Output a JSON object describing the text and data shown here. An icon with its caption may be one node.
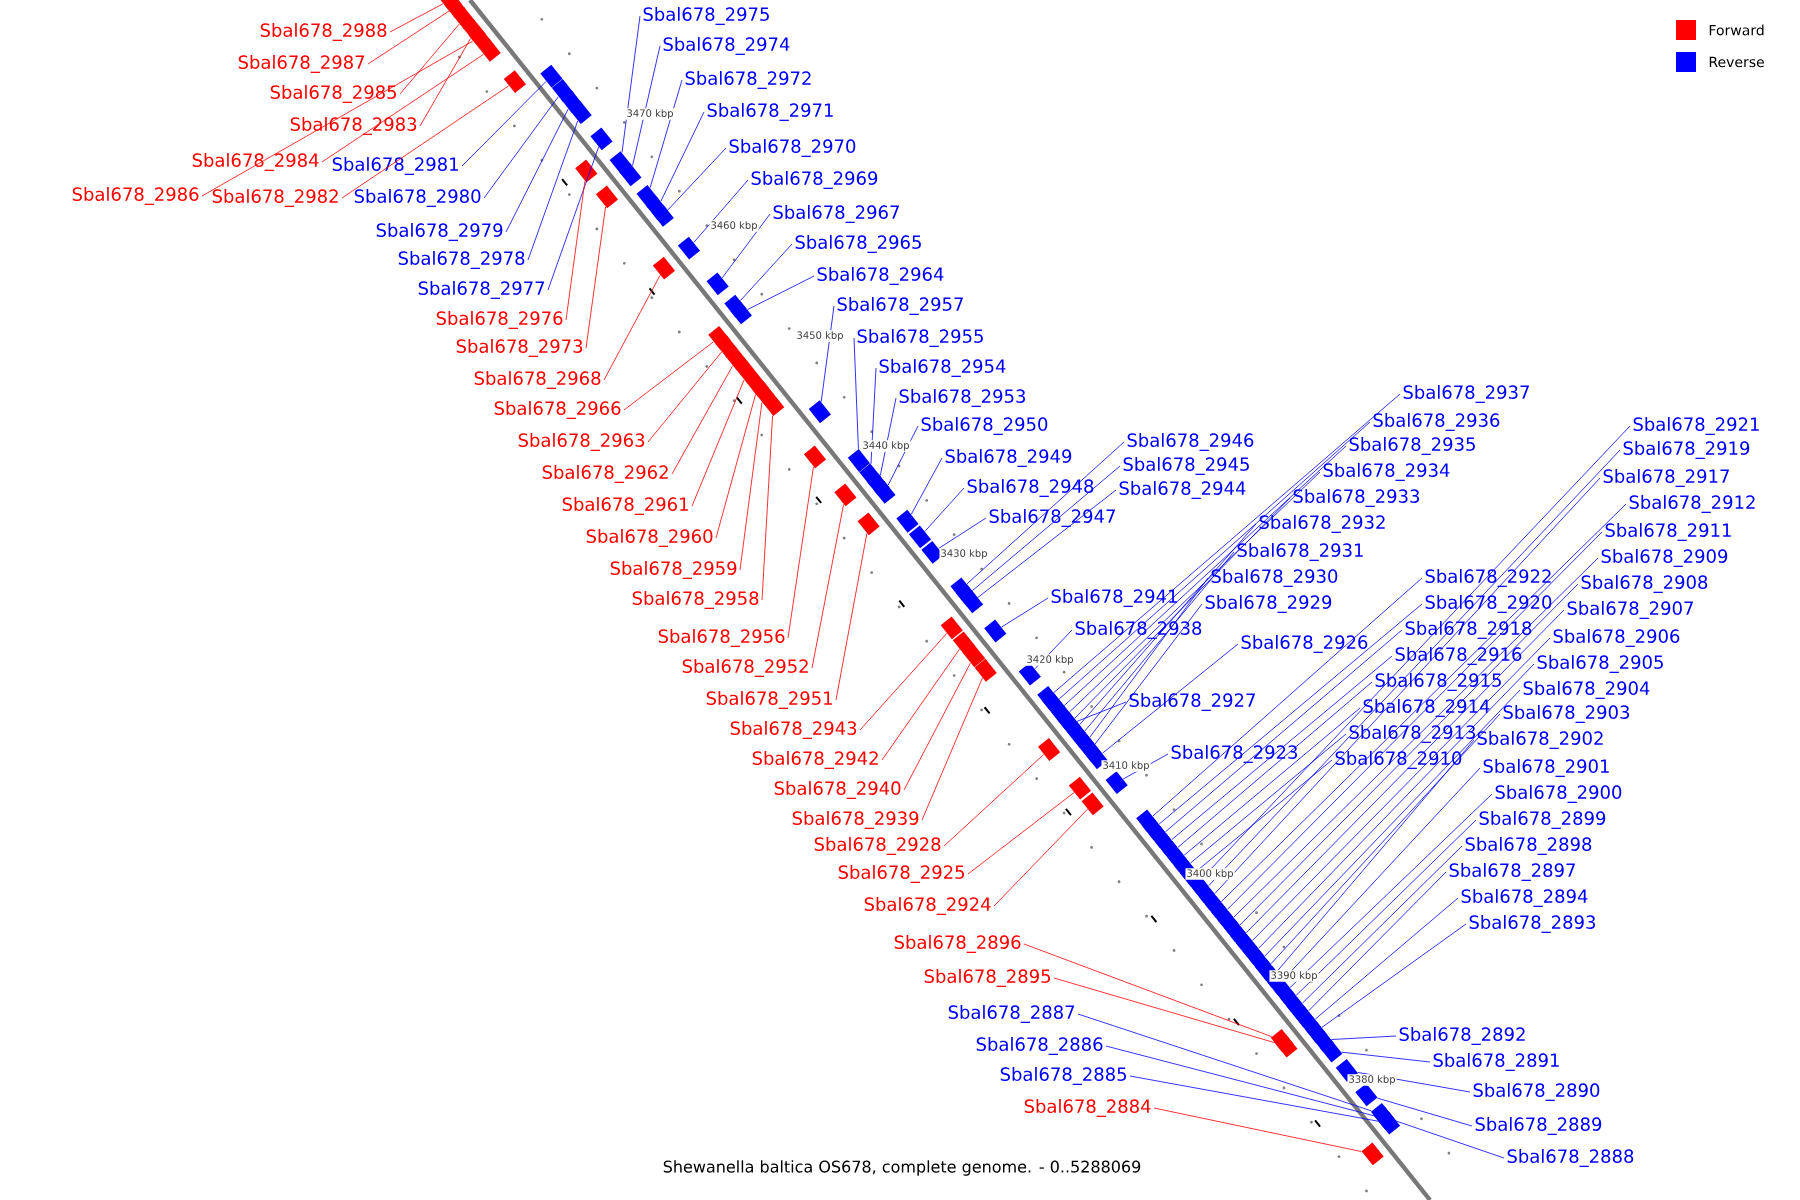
{
  "diagram": {
    "caption": "Shewanella baltica OS678, complete genome. - 0..5288069",
    "nodes": [
      {
        "text": [
          "Sbal678_2988"
        ]
      },
      {
        "text": [
          "Sbal678_2987"
        ]
      },
      {
        "text": [
          "Sbal678_2985"
        ]
      },
      {
        "text": [
          "Sbal678_2983"
        ]
      },
      {
        "text": [
          "Sbal678_2984"
        ]
      },
      {
        "text": [
          "Sbal678_2986"
        ]
      },
      {
        "text": [
          "Sbal678_2982"
        ]
      },
      {
        "text": [
          "Sbal678_2981"
        ]
      },
      {
        "text": [
          "Sbal678_2980"
        ]
      },
      {
        "text": [
          "Sbal678_2979"
        ]
      },
      {
        "text": [
          "Sbal678_2978"
        ]
      },
      {
        "text": [
          "Sbal678_2977"
        ]
      },
      {
        "text": [
          "Sbal678_2976"
        ]
      },
      {
        "text": [
          "Sbal678_2973"
        ]
      },
      {
        "text": [
          "Sbal678_2968"
        ]
      },
      {
        "text": [
          "Sbal678_2966"
        ]
      },
      {
        "text": [
          "Sbal678_2963"
        ]
      },
      {
        "text": [
          "Sbal678_2962"
        ]
      },
      {
        "text": [
          "Sbal678_2961"
        ]
      },
      {
        "text": [
          "Sbal678_2960"
        ]
      },
      {
        "text": [
          "Sbal678_2959"
        ]
      },
      {
        "text": [
          "Sbal678_2958"
        ]
      },
      {
        "text": [
          "Sbal678_2956"
        ]
      },
      {
        "text": [
          "Sbal678_2952"
        ]
      },
      {
        "text": [
          "Sbal678_2951"
        ]
      },
      {
        "text": [
          "Sbal678_2943"
        ]
      },
      {
        "text": [
          "Sbal678_2942"
        ]
      },
      {
        "text": [
          "Sbal678_2940"
        ]
      },
      {
        "text": [
          "Sbal678_2939"
        ]
      },
      {
        "text": [
          "Sbal678_2928"
        ]
      },
      {
        "text": [
          "Sbal678_2925"
        ]
      },
      {
        "text": [
          "Sbal678_2924"
        ]
      },
      {
        "text": [
          "Sbal678_2896"
        ]
      },
      {
        "text": [
          "Sbal678_2895"
        ]
      },
      {
        "text": [
          "Sbal678_2887"
        ]
      },
      {
        "text": [
          "Sbal678_2886"
        ]
      },
      {
        "text": [
          "Sbal678_2885"
        ]
      },
      {
        "text": [
          "Sbal678_2884"
        ]
      },
      {
        "text": [
          "Sbal678_2975"
        ]
      },
      {
        "text": [
          "Sbal678_2974"
        ]
      },
      {
        "text": [
          "Sbal678_2972"
        ]
      },
      {
        "text": [
          "Sbal678_2971"
        ]
      },
      {
        "text": [
          "Sbal678_2970"
        ]
      },
      {
        "text": [
          "Sbal678_2969"
        ]
      },
      {
        "text": [
          "Sbal678_2967"
        ]
      },
      {
        "text": [
          "Sbal678_2965"
        ]
      },
      {
        "text": [
          "Sbal678_2964"
        ]
      },
      {
        "text": [
          "Sbal678_2957"
        ]
      },
      {
        "text": [
          "Sbal678_2955"
        ]
      },
      {
        "text": [
          "Sbal678_2954"
        ]
      },
      {
        "text": [
          "Sbal678_2953"
        ]
      },
      {
        "text": [
          "Sbal678_2950"
        ]
      },
      {
        "text": [
          "Sbal678_2949"
        ]
      },
      {
        "text": [
          "Sbal678_2948"
        ]
      },
      {
        "text": [
          "Sbal678_2947"
        ]
      },
      {
        "text": [
          "Sbal678_2946"
        ]
      },
      {
        "text": [
          "Sbal678_2945"
        ]
      },
      {
        "text": [
          "Sbal678_2944"
        ]
      },
      {
        "text": [
          "Sbal678_2941"
        ]
      },
      {
        "text": [
          "Sbal678_2938"
        ]
      },
      {
        "text": [
          "Sbal678_2927"
        ]
      },
      {
        "text": [
          "Sbal678_2923"
        ]
      },
      {
        "text": [
          "Sbal678_2937"
        ]
      },
      {
        "text": [
          "Sbal678_2936"
        ]
      },
      {
        "text": [
          "Sbal678_2935"
        ]
      },
      {
        "text": [
          "Sbal678_2934"
        ]
      },
      {
        "text": [
          "Sbal678_2933"
        ]
      },
      {
        "text": [
          "Sbal678_2932"
        ]
      },
      {
        "text": [
          "Sbal678_2931"
        ]
      },
      {
        "text": [
          "Sbal678_2930"
        ]
      },
      {
        "text": [
          "Sbal678_2929"
        ]
      },
      {
        "text": [
          "Sbal678_2926"
        ]
      },
      {
        "text": [
          "Sbal678_2922"
        ]
      },
      {
        "text": [
          "Sbal678_2920"
        ]
      },
      {
        "text": [
          "Sbal678_2918"
        ]
      },
      {
        "text": [
          "Sbal678_2916"
        ]
      },
      {
        "text": [
          "Sbal678_2915"
        ]
      },
      {
        "text": [
          "Sbal678_2914"
        ]
      },
      {
        "text": [
          "Sbal678_2913"
        ]
      },
      {
        "text": [
          "Sbal678_2910"
        ]
      },
      {
        "text": [
          "Sbal678_2921"
        ]
      },
      {
        "text": [
          "Sbal678_2919"
        ]
      },
      {
        "text": [
          "Sbal678_2917"
        ]
      },
      {
        "text": [
          "Sbal678_2912"
        ]
      },
      {
        "text": [
          "Sbal678_2911"
        ]
      },
      {
        "text": [
          "Sbal678_2909"
        ]
      },
      {
        "text": [
          "Sbal678_2908"
        ]
      },
      {
        "text": [
          "Sbal678_2907"
        ]
      },
      {
        "text": [
          "Sbal678_2906"
        ]
      },
      {
        "text": [
          "Sbal678_2905"
        ]
      },
      {
        "text": [
          "Sbal678_2904"
        ]
      },
      {
        "text": [
          "Sbal678_2903"
        ]
      },
      {
        "text": [
          "Sbal678_2902"
        ]
      },
      {
        "text": [
          "Sbal678_2901"
        ]
      },
      {
        "text": [
          "Sbal678_2900"
        ]
      },
      {
        "text": [
          "Sbal678_2899"
        ]
      },
      {
        "text": [
          "Sbal678_2898"
        ]
      },
      {
        "text": [
          "Sbal678_2897"
        ]
      },
      {
        "text": [
          "Sbal678_2894"
        ]
      },
      {
        "text": [
          "Sbal678_2893"
        ]
      },
      {
        "text": [
          "Sbal678_2892"
        ]
      },
      {
        "text": [
          "Sbal678_2891"
        ]
      },
      {
        "text": [
          "Sbal678_2890"
        ]
      },
      {
        "text": [
          "Sbal678_2889"
        ]
      },
      {
        "text": [
          "Sbal678_2888"
        ]
      },
      {
        "text": [],
        "shape": "box"
      },
      {
        "text": [],
        "shape": "box"
      },
      {
        "text": [],
        "shape": "box"
      },
      {
        "text": [],
        "shape": "box"
      },
      {
        "text": [],
        "shape": "box"
      },
      {
        "text": [],
        "shape": "box"
      },
      {
        "text": [],
        "shape": "box"
      },
      {
        "text": [],
        "shape": "box"
      },
      {
        "text": [],
        "shape": "box"
      },
      {
        "text": [],
        "shape": "box"
      },
      {
        "text": [],
        "shape": "box"
      },
      {
        "text": [],
        "shape": "box"
      },
      {
        "text": [],
        "shape": "box"
      },
      {
        "text": [],
        "shape": "box"
      },
      {
        "text": [],
        "shape": "box"
      },
      {
        "text": [],
        "shape": "box"
      },
      {
        "text": [],
        "shape": "box"
      },
      {
        "text": [],
        "shape": "box"
      },
      {
        "text": [],
        "shape": "box"
      },
      {
        "text": [],
        "shape": "box"
      },
      {
        "text": [],
        "shape": "box"
      },
      {
        "text": [],
        "shape": "box"
      },
      {
        "text": [],
        "shape": "box"
      },
      {
        "text": [],
        "shape": "box"
      },
      {
        "text": [],
        "shape": "box"
      },
      {
        "text": [],
        "shape": "box"
      },
      {
        "text": [],
        "shape": "box"
      },
      {
        "text": [],
        "shape": "box"
      },
      {
        "text": [],
        "shape": "box"
      },
      {
        "text": [],
        "shape": "box"
      },
      {
        "text": [],
        "shape": "box"
      },
      {
        "text": [],
        "shape": "box"
      },
      {
        "text": [],
        "shape": "box"
      },
      {
        "text": [],
        "shape": "box"
      },
      {
        "text": [],
        "shape": "box"
      },
      {
        "text": [],
        "shape": "box"
      },
      {
        "text": [],
        "shape": "box"
      },
      {
        "text": [],
        "shape": "box"
      },
      {
        "text": [],
        "shape": "box"
      },
      {
        "text": [],
        "shape": "box"
      },
      {
        "text": [],
        "shape": "box"
      },
      {
        "text": [],
        "shape": "box"
      },
      {
        "text": [],
        "shape": "box"
      },
      {
        "text": [],
        "shape": "box"
      },
      {
        "text": [],
        "shape": "box"
      },
      {
        "text": [],
        "shape": "box"
      },
      {
        "text": [],
        "shape": "box"
      },
      {
        "text": [],
        "shape": "box"
      },
      {
        "text": [],
        "shape": "box"
      },
      {
        "text": [],
        "shape": "box"
      },
      {
        "text": [],
        "shape": "box"
      },
      {
        "text": [],
        "shape": "box"
      },
      {
        "text": [],
        "shape": "box"
      },
      {
        "text": [],
        "shape": "box"
      },
      {
        "text": [],
        "shape": "box"
      },
      {
        "text": [],
        "shape": "box"
      },
      {
        "text": [],
        "shape": "box"
      },
      {
        "text": [],
        "shape": "box"
      },
      {
        "text": [],
        "shape": "box"
      },
      {
        "text": [],
        "shape": "box"
      },
      {
        "text": [],
        "shape": "box"
      },
      {
        "text": [],
        "shape": "box"
      },
      {
        "text": [],
        "shape": "box"
      },
      {
        "text": [],
        "shape": "box"
      },
      {
        "text": [],
        "shape": "box"
      },
      {
        "text": [],
        "shape": "box"
      },
      {
        "text": [],
        "shape": "box"
      },
      {
        "text": [],
        "shape": "box"
      },
      {
        "text": [],
        "shape": "box"
      },
      {
        "text": [],
        "shape": "box"
      },
      {
        "text": [],
        "shape": "box"
      },
      {
        "text": [],
        "shape": "box"
      },
      {
        "text": [],
        "shape": "box"
      },
      {
        "text": [],
        "shape": "box"
      },
      {
        "text": [],
        "shape": "box"
      },
      {
        "text": [],
        "shape": "box"
      },
      {
        "text": [],
        "shape": "box"
      },
      {
        "text": [],
        "shape": "box"
      },
      {
        "text": [],
        "shape": "box"
      },
      {
        "text": [],
        "shape": "box"
      },
      {
        "text": [],
        "shape": "box"
      },
      {
        "text": [],
        "shape": "box"
      },
      {
        "text": [],
        "shape": "box"
      },
      {
        "text": [],
        "shape": "box"
      },
      {
        "text": [],
        "shape": "box"
      },
      {
        "text": [],
        "shape": "box"
      },
      {
        "text": [],
        "shape": "box"
      },
      {
        "text": [],
        "shape": "box"
      },
      {
        "text": [],
        "shape": "box"
      },
      {
        "text": [],
        "shape": "box"
      },
      {
        "text": [],
        "shape": "box"
      },
      {
        "text": [],
        "shape": "box"
      },
      {
        "text": [],
        "shape": "box"
      },
      {
        "text": [],
        "shape": "box"
      },
      {
        "text": [],
        "shape": "box"
      },
      {
        "text": [],
        "shape": "box"
      },
      {
        "text": [],
        "shape": "box"
      },
      {
        "text": [],
        "shape": "box"
      },
      {
        "text": [],
        "shape": "box"
      },
      {
        "text": [],
        "shape": "box"
      },
      {
        "text": [],
        "shape": "box"
      },
      {
        "text": [],
        "shape": "box"
      },
      {
        "text": [],
        "shape": "box"
      },
      {
        "text": [],
        "shape": "box"
      },
      {
        "text": [],
        "shape": "box"
      }
    ],
    "edges": [
      {
        "from": 0,
        "to": 105,
        "arrow": "none",
        "color": "#ff0000"
      },
      {
        "from": 1,
        "to": 106,
        "arrow": "none",
        "color": "#ff0000"
      },
      {
        "from": 2,
        "to": 107,
        "arrow": "none",
        "color": "#ff0000"
      },
      {
        "from": 3,
        "to": 108,
        "arrow": "none",
        "color": "#ff0000"
      },
      {
        "from": 4,
        "to": 109,
        "arrow": "none",
        "color": "#ff0000"
      },
      {
        "from": 5,
        "to": 110,
        "arrow": "none",
        "color": "#ff0000"
      },
      {
        "from": 6,
        "to": 111,
        "arrow": "none",
        "color": "#ff0000"
      },
      {
        "from": 7,
        "to": 112,
        "arrow": "none",
        "color": "#0000ff"
      },
      {
        "from": 8,
        "to": 113,
        "arrow": "none",
        "color": "#0000ff"
      },
      {
        "from": 9,
        "to": 114,
        "arrow": "none",
        "color": "#0000ff"
      },
      {
        "from": 10,
        "to": 115,
        "arrow": "none",
        "color": "#0000ff"
      },
      {
        "from": 11,
        "to": 116,
        "arrow": "none",
        "color": "#0000ff"
      },
      {
        "from": 12,
        "to": 117,
        "arrow": "none",
        "color": "#ff0000"
      },
      {
        "from": 13,
        "to": 118,
        "arrow": "none",
        "color": "#ff0000"
      },
      {
        "from": 14,
        "to": 119,
        "arrow": "none",
        "color": "#ff0000"
      },
      {
        "from": 15,
        "to": 120,
        "arrow": "none",
        "color": "#ff0000"
      },
      {
        "from": 16,
        "to": 121,
        "arrow": "none",
        "color": "#ff0000"
      },
      {
        "from": 17,
        "to": 122,
        "arrow": "none",
        "color": "#ff0000"
      },
      {
        "from": 18,
        "to": 123,
        "arrow": "none",
        "color": "#ff0000"
      },
      {
        "from": 19,
        "to": 124,
        "arrow": "none",
        "color": "#ff0000"
      },
      {
        "from": 20,
        "to": 125,
        "arrow": "none",
        "color": "#ff0000"
      },
      {
        "from": 21,
        "to": 126,
        "arrow": "none",
        "color": "#ff0000"
      },
      {
        "from": 22,
        "to": 127,
        "arrow": "none",
        "color": "#ff0000"
      },
      {
        "from": 23,
        "to": 128,
        "arrow": "none",
        "color": "#ff0000"
      },
      {
        "from": 24,
        "to": 129,
        "arrow": "none",
        "color": "#ff0000"
      },
      {
        "from": 25,
        "to": 130,
        "arrow": "none",
        "color": "#ff0000"
      },
      {
        "from": 26,
        "to": 131,
        "arrow": "none",
        "color": "#ff0000"
      },
      {
        "from": 27,
        "to": 132,
        "arrow": "none",
        "color": "#ff0000"
      },
      {
        "from": 28,
        "to": 133,
        "arrow": "none",
        "color": "#ff0000"
      },
      {
        "from": 29,
        "to": 134,
        "arrow": "none",
        "color": "#ff0000"
      },
      {
        "from": 30,
        "to": 135,
        "arrow": "none",
        "color": "#ff0000"
      },
      {
        "from": 31,
        "to": 136,
        "arrow": "none",
        "color": "#ff0000"
      },
      {
        "from": 32,
        "to": 137,
        "arrow": "none",
        "color": "#ff0000"
      },
      {
        "from": 33,
        "to": 138,
        "arrow": "none",
        "color": "#ff0000"
      },
      {
        "from": 34,
        "to": 139,
        "arrow": "none",
        "color": "#0000ff"
      },
      {
        "from": 35,
        "to": 140,
        "arrow": "none",
        "color": "#0000ff"
      },
      {
        "from": 36,
        "to": 141,
        "arrow": "none",
        "color": "#0000ff"
      },
      {
        "from": 37,
        "to": 142,
        "arrow": "none",
        "color": "#ff0000"
      },
      {
        "from": 38,
        "to": 143,
        "arrow": "none",
        "color": "#0000ff"
      },
      {
        "from": 39,
        "to": 144,
        "arrow": "none",
        "color": "#0000ff"
      },
      {
        "from": 40,
        "to": 145,
        "arrow": "none",
        "color": "#0000ff"
      },
      {
        "from": 41,
        "to": 146,
        "arrow": "none",
        "color": "#0000ff"
      },
      {
        "from": 42,
        "to": 147,
        "arrow": "none",
        "color": "#0000ff"
      },
      {
        "from": 43,
        "to": 148,
        "arrow": "none",
        "color": "#0000ff"
      },
      {
        "from": 44,
        "to": 149,
        "arrow": "none",
        "color": "#0000ff"
      },
      {
        "from": 45,
        "to": 150,
        "arrow": "none",
        "color": "#0000ff"
      },
      {
        "from": 46,
        "to": 151,
        "arrow": "none",
        "color": "#0000ff"
      },
      {
        "from": 47,
        "to": 152,
        "arrow": "none",
        "color": "#0000ff"
      },
      {
        "from": 48,
        "to": 153,
        "arrow": "none",
        "color": "#0000ff"
      },
      {
        "from": 49,
        "to": 154,
        "arrow": "none",
        "color": "#0000ff"
      },
      {
        "from": 50,
        "to": 155,
        "arrow": "none",
        "color": "#0000ff"
      },
      {
        "from": 51,
        "to": 156,
        "arrow": "none",
        "color": "#0000ff"
      },
      {
        "from": 52,
        "to": 157,
        "arrow": "none",
        "color": "#0000ff"
      },
      {
        "from": 53,
        "to": 158,
        "arrow": "none",
        "color": "#0000ff"
      },
      {
        "from": 54,
        "to": 159,
        "arrow": "none",
        "color": "#0000ff"
      },
      {
        "from": 55,
        "to": 160,
        "arrow": "none",
        "color": "#0000ff"
      },
      {
        "from": 56,
        "to": 161,
        "arrow": "none",
        "color": "#0000ff"
      },
      {
        "from": 57,
        "to": 162,
        "arrow": "none",
        "color": "#0000ff"
      },
      {
        "from": 58,
        "to": 163,
        "arrow": "none",
        "color": "#0000ff"
      },
      {
        "from": 59,
        "to": 164,
        "arrow": "none",
        "color": "#0000ff"
      },
      {
        "from": 60,
        "to": 165,
        "arrow": "none",
        "color": "#0000ff"
      },
      {
        "from": 61,
        "to": 166,
        "arrow": "none",
        "color": "#0000ff"
      },
      {
        "from": 62,
        "to": 167,
        "arrow": "none",
        "color": "#0000ff"
      },
      {
        "from": 63,
        "to": 168,
        "arrow": "none",
        "color": "#0000ff"
      },
      {
        "from": 64,
        "to": 169,
        "arrow": "none",
        "color": "#0000ff"
      },
      {
        "from": 65,
        "to": 170,
        "arrow": "none",
        "color": "#0000ff"
      },
      {
        "from": 66,
        "to": 171,
        "arrow": "none",
        "color": "#0000ff"
      },
      {
        "from": 67,
        "to": 172,
        "arrow": "none",
        "color": "#0000ff"
      },
      {
        "from": 68,
        "to": 173,
        "arrow": "none",
        "color": "#0000ff"
      },
      {
        "from": 69,
        "to": 174,
        "arrow": "none",
        "color": "#0000ff"
      },
      {
        "from": 70,
        "to": 175,
        "arrow": "none",
        "color": "#0000ff"
      },
      {
        "from": 71,
        "to": 176,
        "arrow": "none",
        "color": "#0000ff"
      },
      {
        "from": 72,
        "to": 177,
        "arrow": "none",
        "color": "#0000ff"
      },
      {
        "from": 73,
        "to": 178,
        "arrow": "none",
        "color": "#0000ff"
      },
      {
        "from": 74,
        "to": 179,
        "arrow": "none",
        "color": "#0000ff"
      },
      {
        "from": 75,
        "to": 180,
        "arrow": "none",
        "color": "#0000ff"
      },
      {
        "from": 76,
        "to": 181,
        "arrow": "none",
        "color": "#0000ff"
      },
      {
        "from": 77,
        "to": 182,
        "arrow": "none",
        "color": "#0000ff"
      },
      {
        "from": 78,
        "to": 183,
        "arrow": "none",
        "color": "#0000ff"
      },
      {
        "from": 79,
        "to": 184,
        "arrow": "none",
        "color": "#0000ff"
      },
      {
        "from": 80,
        "to": 185,
        "arrow": "none",
        "color": "#0000ff"
      },
      {
        "from": 81,
        "to": 186,
        "arrow": "none",
        "color": "#0000ff"
      },
      {
        "from": 82,
        "to": 187,
        "arrow": "none",
        "color": "#0000ff"
      },
      {
        "from": 83,
        "to": 188,
        "arrow": "none",
        "color": "#0000ff"
      },
      {
        "from": 84,
        "to": 189,
        "arrow": "none",
        "color": "#0000ff"
      },
      {
        "from": 85,
        "to": 190,
        "arrow": "none",
        "color": "#0000ff"
      },
      {
        "from": 86,
        "to": 191,
        "arrow": "none",
        "color": "#0000ff"
      },
      {
        "from": 87,
        "to": 192,
        "arrow": "none",
        "color": "#0000ff"
      },
      {
        "from": 88,
        "to": 193,
        "arrow": "none",
        "color": "#0000ff"
      },
      {
        "from": 89,
        "to": 194,
        "arrow": "none",
        "color": "#0000ff"
      },
      {
        "from": 90,
        "to": 195,
        "arrow": "none",
        "color": "#0000ff"
      },
      {
        "from": 91,
        "to": 196,
        "arrow": "none",
        "color": "#0000ff"
      },
      {
        "from": 92,
        "to": 197,
        "arrow": "none",
        "color": "#0000ff"
      },
      {
        "from": 93,
        "to": 198,
        "arrow": "none",
        "color": "#0000ff"
      },
      {
        "from": 94,
        "to": 199,
        "arrow": "none",
        "color": "#0000ff"
      },
      {
        "from": 95,
        "to": 200,
        "arrow": "none",
        "color": "#0000ff"
      },
      {
        "from": 96,
        "to": 201,
        "arrow": "none",
        "color": "#0000ff"
      },
      {
        "from": 97,
        "to": 202,
        "arrow": "none",
        "color": "#0000ff"
      },
      {
        "from": 98,
        "to": 203,
        "arrow": "none",
        "color": "#0000ff"
      },
      {
        "from": 99,
        "to": 204,
        "arrow": "none",
        "color": "#0000ff"
      },
      {
        "from": 100,
        "to": 205,
        "arrow": "none",
        "color": "#0000ff"
      },
      {
        "from": 101,
        "to": 206,
        "arrow": "none",
        "color": "#0000ff"
      },
      {
        "from": 102,
        "to": 207,
        "arrow": "none",
        "color": "#0000ff"
      },
      {
        "from": 103,
        "to": 208,
        "arrow": "none",
        "color": "#0000ff"
      },
      {
        "from": 104,
        "to": 209,
        "arrow": "none",
        "color": "#0000ff"
      }
    ],
    "labels": [
      "3470 kbp",
      "3460 kbp",
      "3450 kbp",
      "3440 kbp",
      "3430 kbp",
      "3420 kbp",
      "3410 kbp",
      "3400 kbp",
      "3390 kbp",
      "3380 kbp"
    ],
    "legend": [
      {
        "text": "Forward",
        "color": "#ff0000"
      },
      {
        "text": "Reverse",
        "color": "#0000ff"
      }
    ]
  }
}
